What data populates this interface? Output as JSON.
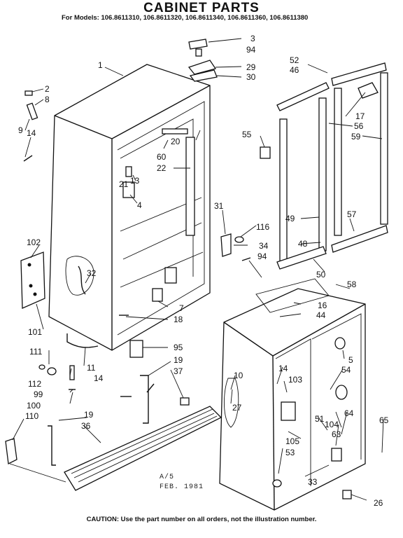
{
  "title": "CABINET PARTS",
  "models_line": "For Models: 106.8611310, 106.8611320, 106.8611340, 106.8611360, 106.8611380",
  "stamp_line1": "A/5",
  "stamp_line2": "FEB. 1981",
  "caution": "CAUTION: Use the part number on all orders, not the illustration number.",
  "callouts": {
    "c1": "1",
    "c2": "2",
    "c8": "8",
    "c9": "9",
    "c14a": "14",
    "c3": "3",
    "c94a": "94",
    "c29": "29",
    "c30": "30",
    "c52": "52",
    "c46": "46",
    "c17": "17",
    "c56": "56",
    "c59": "59",
    "c55": "55",
    "c20": "20",
    "c60": "60",
    "c22": "22",
    "c13": "13",
    "c21": "21",
    "c4": "4",
    "c31": "31",
    "c116": "116",
    "c34": "34",
    "c49": "49",
    "c57": "57",
    "c48": "48",
    "c94b": "94",
    "c50": "50",
    "c58": "58",
    "c102": "102",
    "c32": "32",
    "c16": "16",
    "c44": "44",
    "c101": "101",
    "c7": "7",
    "c18": "18",
    "c95": "95",
    "c5": "5",
    "c111": "111",
    "c11": "11",
    "c19a": "19",
    "c37": "37",
    "c10": "10",
    "c14b": "14",
    "c103": "103",
    "c54": "54",
    "c112": "112",
    "c99": "99",
    "c14c": "14",
    "c100": "100",
    "c27": "27",
    "c110": "110",
    "c19b": "19",
    "c36": "36",
    "c51": "51",
    "c104": "104",
    "c64": "64",
    "c63": "63",
    "c65": "65",
    "c105": "105",
    "c53": "53",
    "c33": "33",
    "c26": "26"
  }
}
